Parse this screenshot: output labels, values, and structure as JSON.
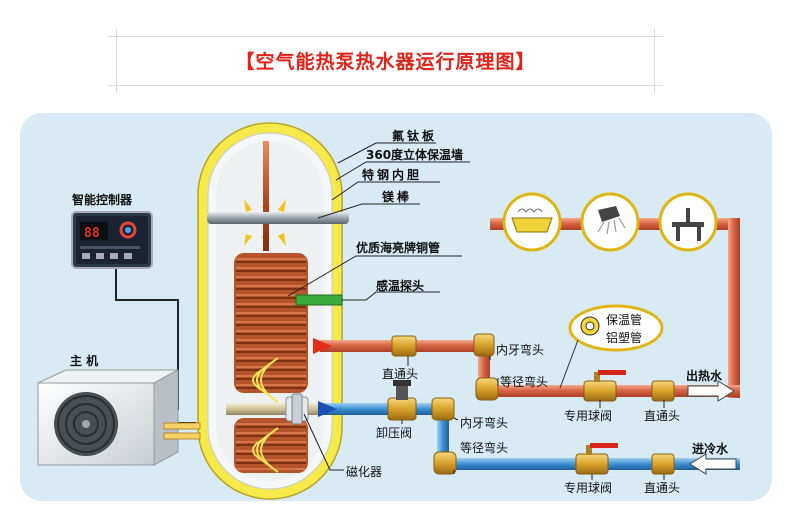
{
  "title": "【空气能热泵热水器运行原理图】",
  "labels": {
    "fluorine_plate": "氟钛板",
    "insulation_wall": "360度立体保温墙",
    "steel_liner": "特钢内胆",
    "magnesium_rod": "镁棒",
    "copper_tube": "优质海亮牌铜管",
    "temp_probe": "感温探头",
    "controller": "智能控制器",
    "main_unit": "主 机",
    "straight_joint_1": "直通头",
    "female_elbow_1": "内牙弯头",
    "equal_elbow_1": "等径弯头",
    "insulated_pipe": "保温管",
    "aluminum_plastic_pipe": "铝塑管",
    "hot_water_out": "出热水",
    "ball_valve_1": "专用球阀",
    "straight_joint_2": "直通头",
    "pressure_relief_valve": "卸压阀",
    "female_elbow_2": "内牙弯头",
    "equal_elbow_2": "等径弯头",
    "cold_water_in": "进冷水",
    "ball_valve_2": "专用球阀",
    "straight_joint_3": "直通头",
    "magnetizer": "磁化器"
  },
  "controller_display": "88",
  "colors": {
    "title": "#e0231b",
    "panel_bg": "#d8ebf5",
    "tank_outer": "#f6e94a",
    "hot_pipe": "#d96a4a",
    "cold_pipe": "#3c8fd0",
    "copper": "#b5532b"
  }
}
